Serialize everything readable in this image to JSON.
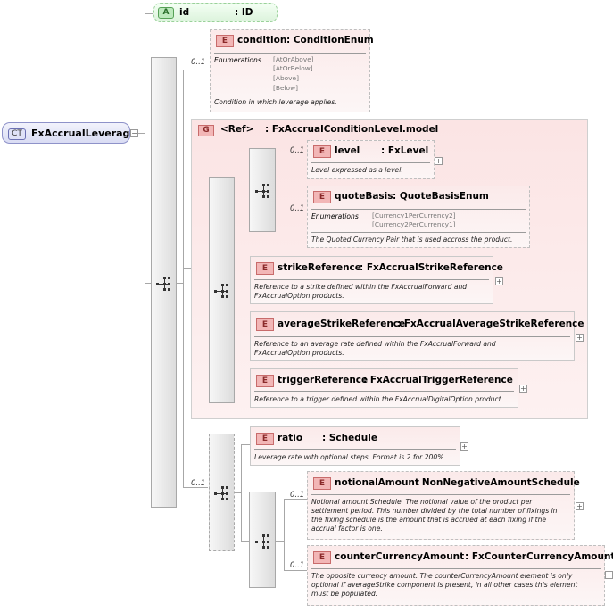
{
  "root": {
    "tag": "CT",
    "name": "FxAccrualLeverage"
  },
  "attribute": {
    "tag": "A",
    "name": "id",
    "type": ": ID"
  },
  "condition": {
    "tag": "E",
    "name": "condition",
    "type": ": ConditionEnum",
    "cardinality": "0..1",
    "enum_label": "Enumerations",
    "enumerations": [
      "[AtOrAbove]",
      "[AtOrBelow]",
      "[Above]",
      "[Below]"
    ],
    "doc": "Condition in which leverage applies."
  },
  "group": {
    "tag": "G",
    "ref": "<Ref>",
    "name": ": FxAccrualConditionLevel.model"
  },
  "level": {
    "tag": "E",
    "name": "level",
    "type": ": FxLevel",
    "cardinality": "0..1",
    "doc": "Level expressed as a level."
  },
  "quoteBasis": {
    "tag": "E",
    "name": "quoteBasis",
    "type": ": QuoteBasisEnum",
    "cardinality": "0..1",
    "enum_label": "Enumerations",
    "enumerations": [
      "[Currency1PerCurrency2]",
      "[Currency2PerCurrency1]"
    ],
    "doc": "The Quoted Currency Pair that is used accross the product."
  },
  "strikeReference": {
    "tag": "E",
    "name": "strikeReference",
    "type": ": FxAccrualStrikeReference",
    "doc_lines": [
      "Reference to a strike defined within the FxAccrualForward and",
      "FxAccrualOption products."
    ]
  },
  "averageStrikeReference": {
    "tag": "E",
    "name": "averageStrikeReference",
    "type": ": FxAccrualAverageStrikeReference",
    "doc_lines": [
      "Reference to an average rate defined within the FxAccrualForward and",
      "FxAccrualOption products."
    ]
  },
  "triggerReference": {
    "tag": "E",
    "name": "triggerReference",
    "type": ": FxAccrualTriggerReference",
    "doc": "Reference to a trigger defined within the FxAccrualDigitalOption product."
  },
  "ratio": {
    "tag": "E",
    "name": "ratio",
    "type": ": Schedule",
    "cardinality": "0..1",
    "doc": "Leverage rate with optional steps. Format is 2 for 200%."
  },
  "notionalAmount": {
    "tag": "E",
    "name": "notionalAmount",
    "type": ": NonNegativeAmountSchedule",
    "cardinality": "0..1",
    "doc_lines": [
      "Notional amount Schedule. The notional value of the product per",
      "settlement period. This number divided by the total number of fixings in",
      "the fixing schedule is the amount that is accrued at each fixing if the",
      "accrual factor is one."
    ]
  },
  "counterCurrencyAmount": {
    "tag": "E",
    "name": "counterCurrencyAmount",
    "type": ": FxCounterCurrencyAmount",
    "cardinality": "0..1",
    "doc_lines": [
      "The opposite currency amount. The counterCurrencyAmount element is only",
      "optional if averageStrike component is present, in all other cases this element",
      "must be populated."
    ]
  },
  "expand_symbol": "+",
  "collapse_symbol": "−"
}
